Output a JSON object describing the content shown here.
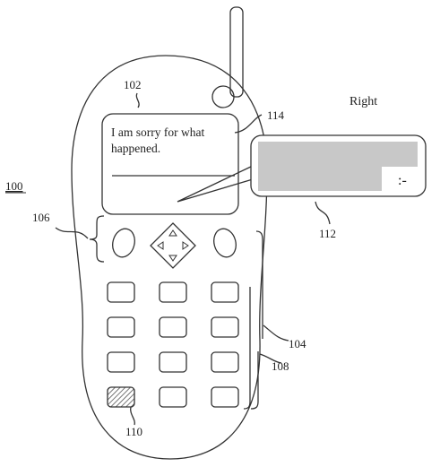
{
  "labels": {
    "ref_100": "100",
    "ref_102": "102",
    "ref_104": "104",
    "ref_106": "106",
    "ref_108": "108",
    "ref_110": "110",
    "ref_112": "112",
    "ref_114": "114",
    "right": "Right"
  },
  "screen": {
    "line1": "I am sorry for what",
    "line2": "happened."
  },
  "bubble": {
    "emoticon": ":-"
  },
  "colors": {
    "stroke": "#333333",
    "redaction": "#c8c8c8",
    "hatched_key": "#555555"
  },
  "icons": [
    "nav-arrows-icon"
  ]
}
